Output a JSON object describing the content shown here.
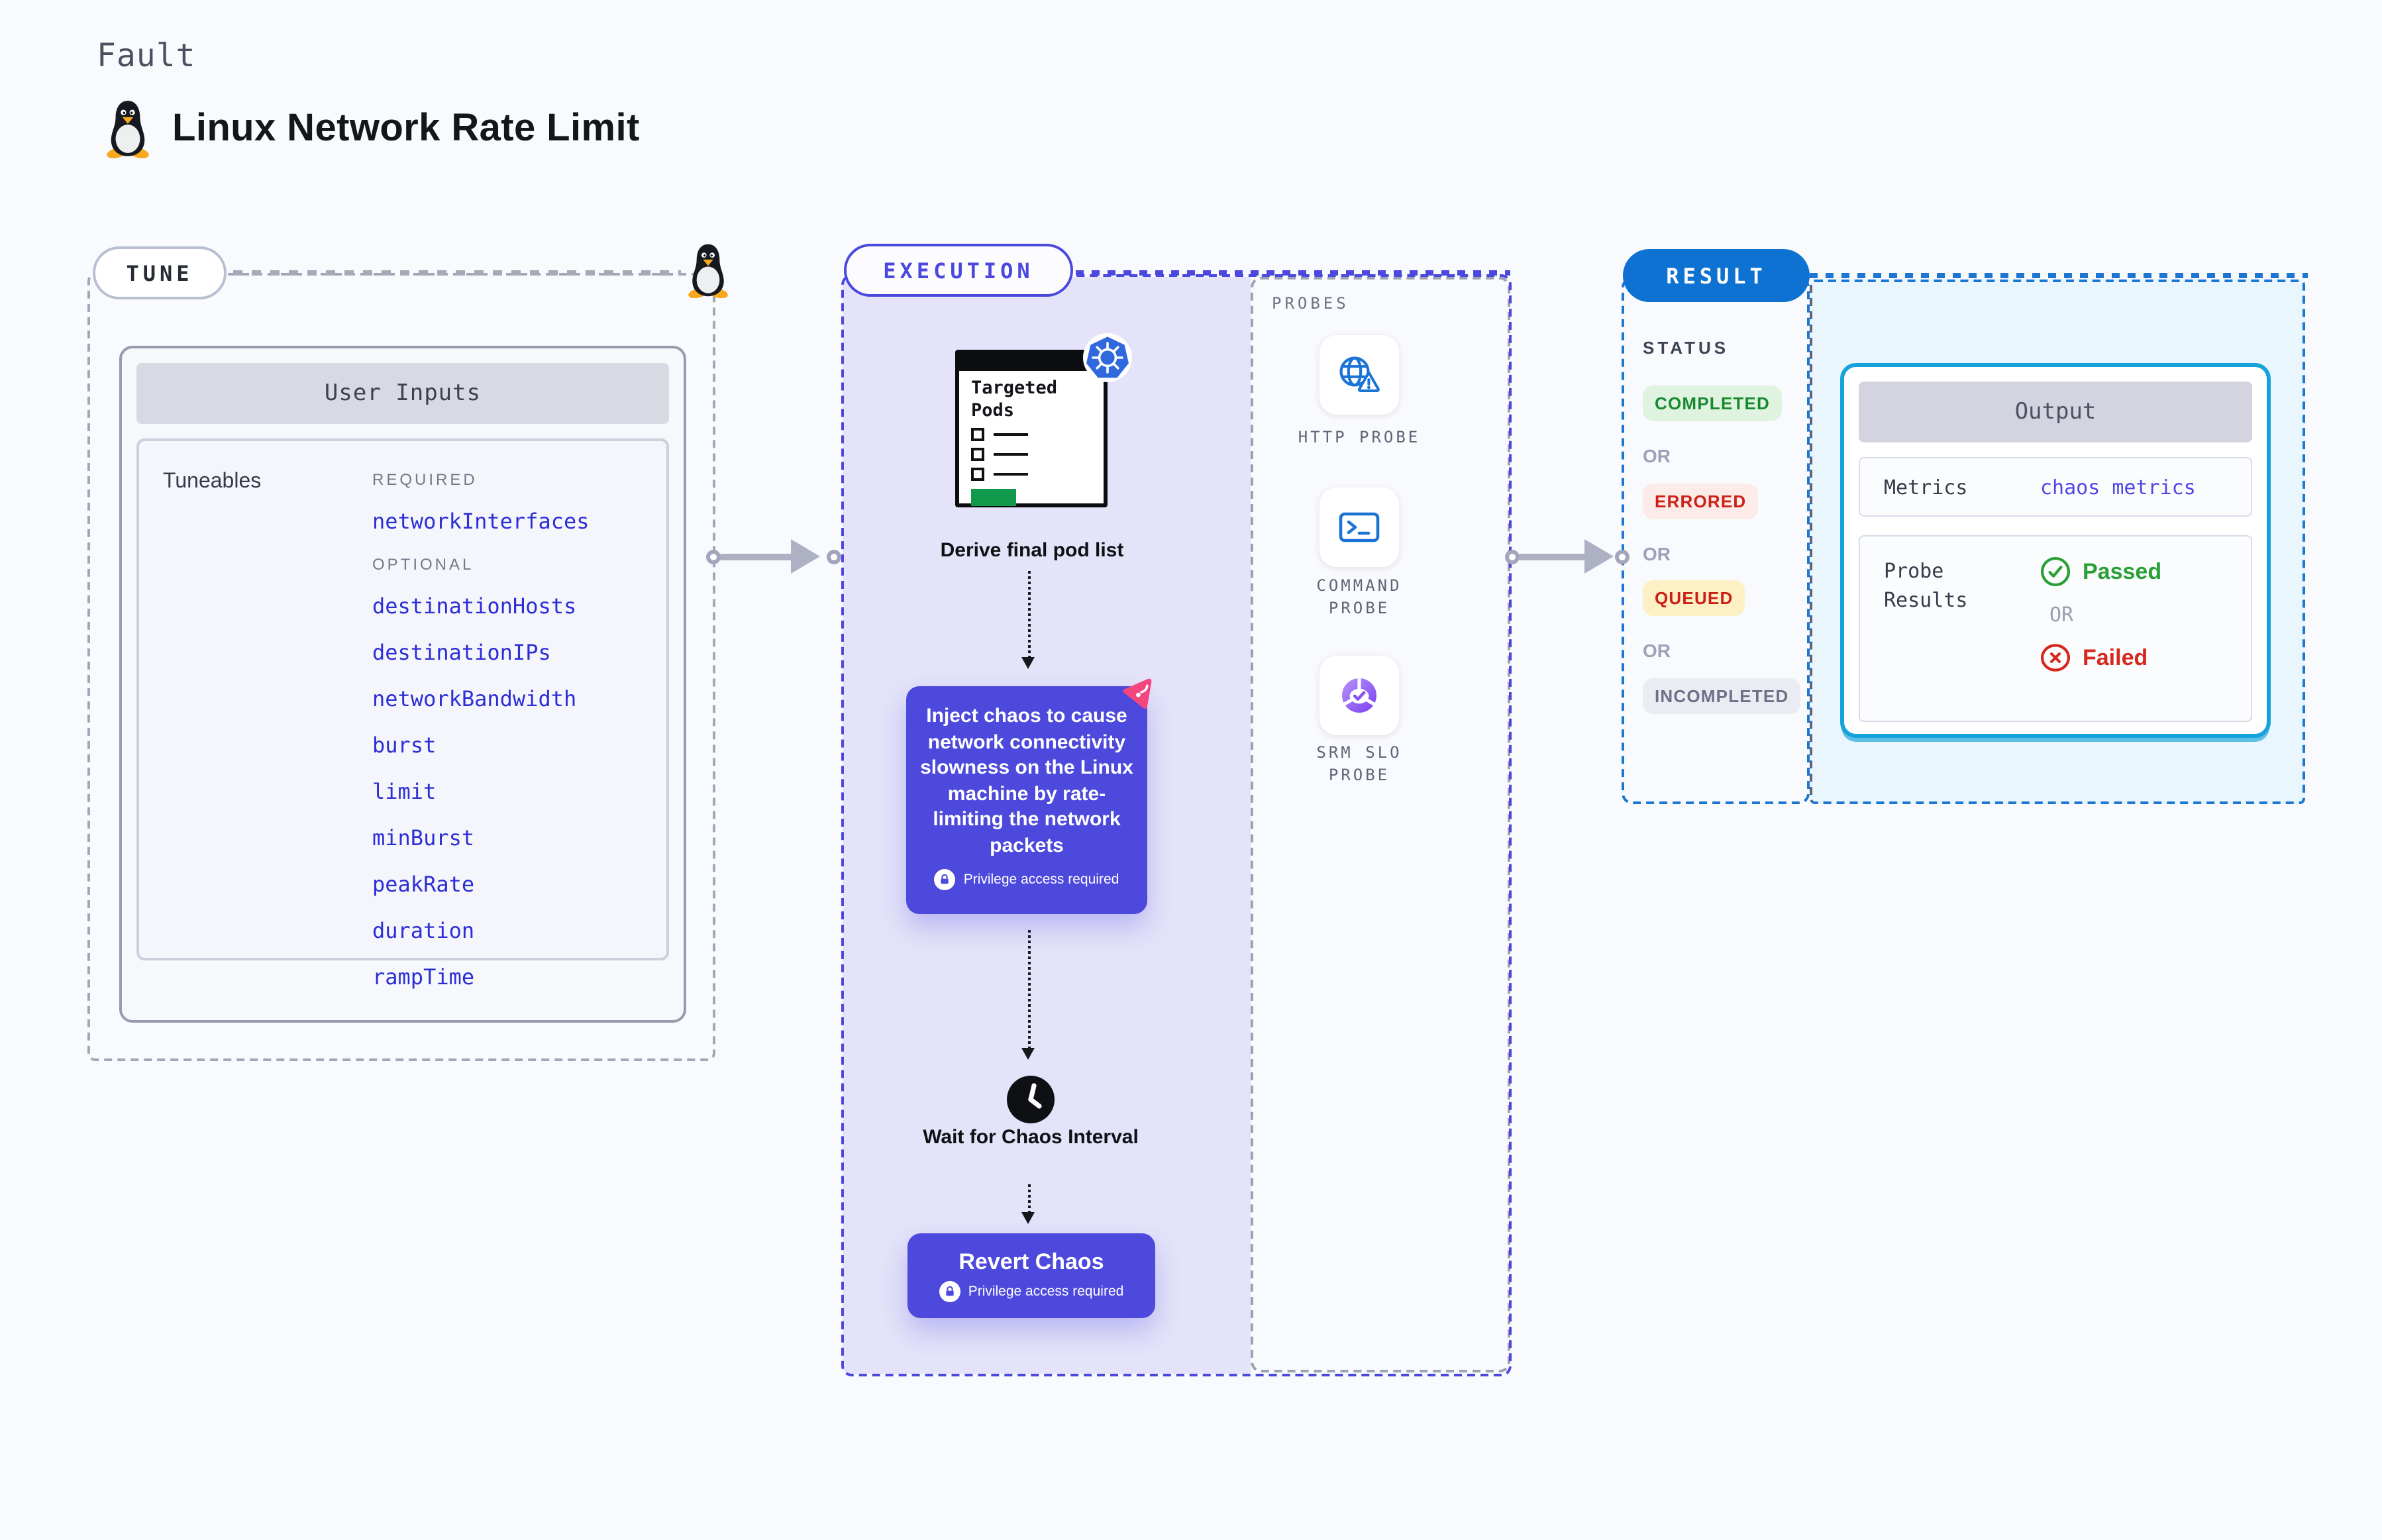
{
  "header": {
    "kicker": "Fault",
    "title": "Linux Network Rate Limit"
  },
  "tune": {
    "label": "TUNE",
    "user_inputs_title": "User Inputs",
    "tuneables_label": "Tuneables",
    "required_label": "REQUIRED",
    "optional_label": "OPTIONAL",
    "required": [
      "networkInterfaces"
    ],
    "optional": [
      "destinationHosts",
      "destinationIPs",
      "networkBandwidth",
      "burst",
      "limit",
      "minBurst",
      "peakRate",
      "duration",
      "rampTime"
    ]
  },
  "execution": {
    "label": "EXECUTION",
    "targeted_pods_title": "Targeted Pods",
    "derive_caption": "Derive final pod list",
    "inject_text": "Inject chaos to cause network connectivity slowness on the Linux machine by rate-limiting the network packets",
    "privilege_note": "Privilege access required",
    "wait_caption": "Wait for Chaos Interval",
    "revert_label": "Revert Chaos"
  },
  "probes": {
    "label": "PROBES",
    "items": [
      {
        "label": "HTTP PROBE",
        "icon": "http-probe-icon"
      },
      {
        "label": "COMMAND PROBE",
        "icon": "command-probe-icon"
      },
      {
        "label": "SRM SLO PROBE",
        "icon": "srm-slo-probe-icon"
      }
    ]
  },
  "result": {
    "label": "RESULT",
    "status_heading": "STATUS",
    "or_label": "OR",
    "statuses": [
      {
        "label": "COMPLETED",
        "text_color": "#178a2f",
        "bg_color": "#e0f3e0"
      },
      {
        "label": "ERRORED",
        "text_color": "#cb2117",
        "bg_color": "#fcebe9"
      },
      {
        "label": "QUEUED",
        "text_color": "#cb1f14",
        "bg_color": "#fdf0c4"
      },
      {
        "label": "INCOMPLETED",
        "text_color": "#6b7287",
        "bg_color": "#ebecf3"
      }
    ],
    "output": {
      "title": "Output",
      "metrics_label": "Metrics",
      "metrics_value": "chaos metrics",
      "probe_results_label": "Probe Results",
      "passed_label": "Passed",
      "or_label": "OR",
      "failed_label": "Failed"
    }
  },
  "colors": {
    "page_bg": "#f9fafd",
    "execution_lavender": "#e4e3f9",
    "execution_indigo_border": "#4b48de",
    "chaos_card_indigo": "#4d49dd",
    "result_blue": "#0d72d1",
    "output_cyan_border": "#16a2db",
    "output_bg": "#e9f6fd",
    "tuneable_link_blue": "#2c2ed6",
    "metrics_link_indigo": "#5146e4",
    "passed_green": "#28a035",
    "failed_red": "#d6281c",
    "kubernetes_blue": "#3069de",
    "litmus_pink": "#f2467f",
    "probe_icon_blue": "#1a74d6",
    "srm_purple": "#7a3ff0",
    "pods_green_bar": "#13994b",
    "arrow_gray": "#aeb0c4"
  }
}
